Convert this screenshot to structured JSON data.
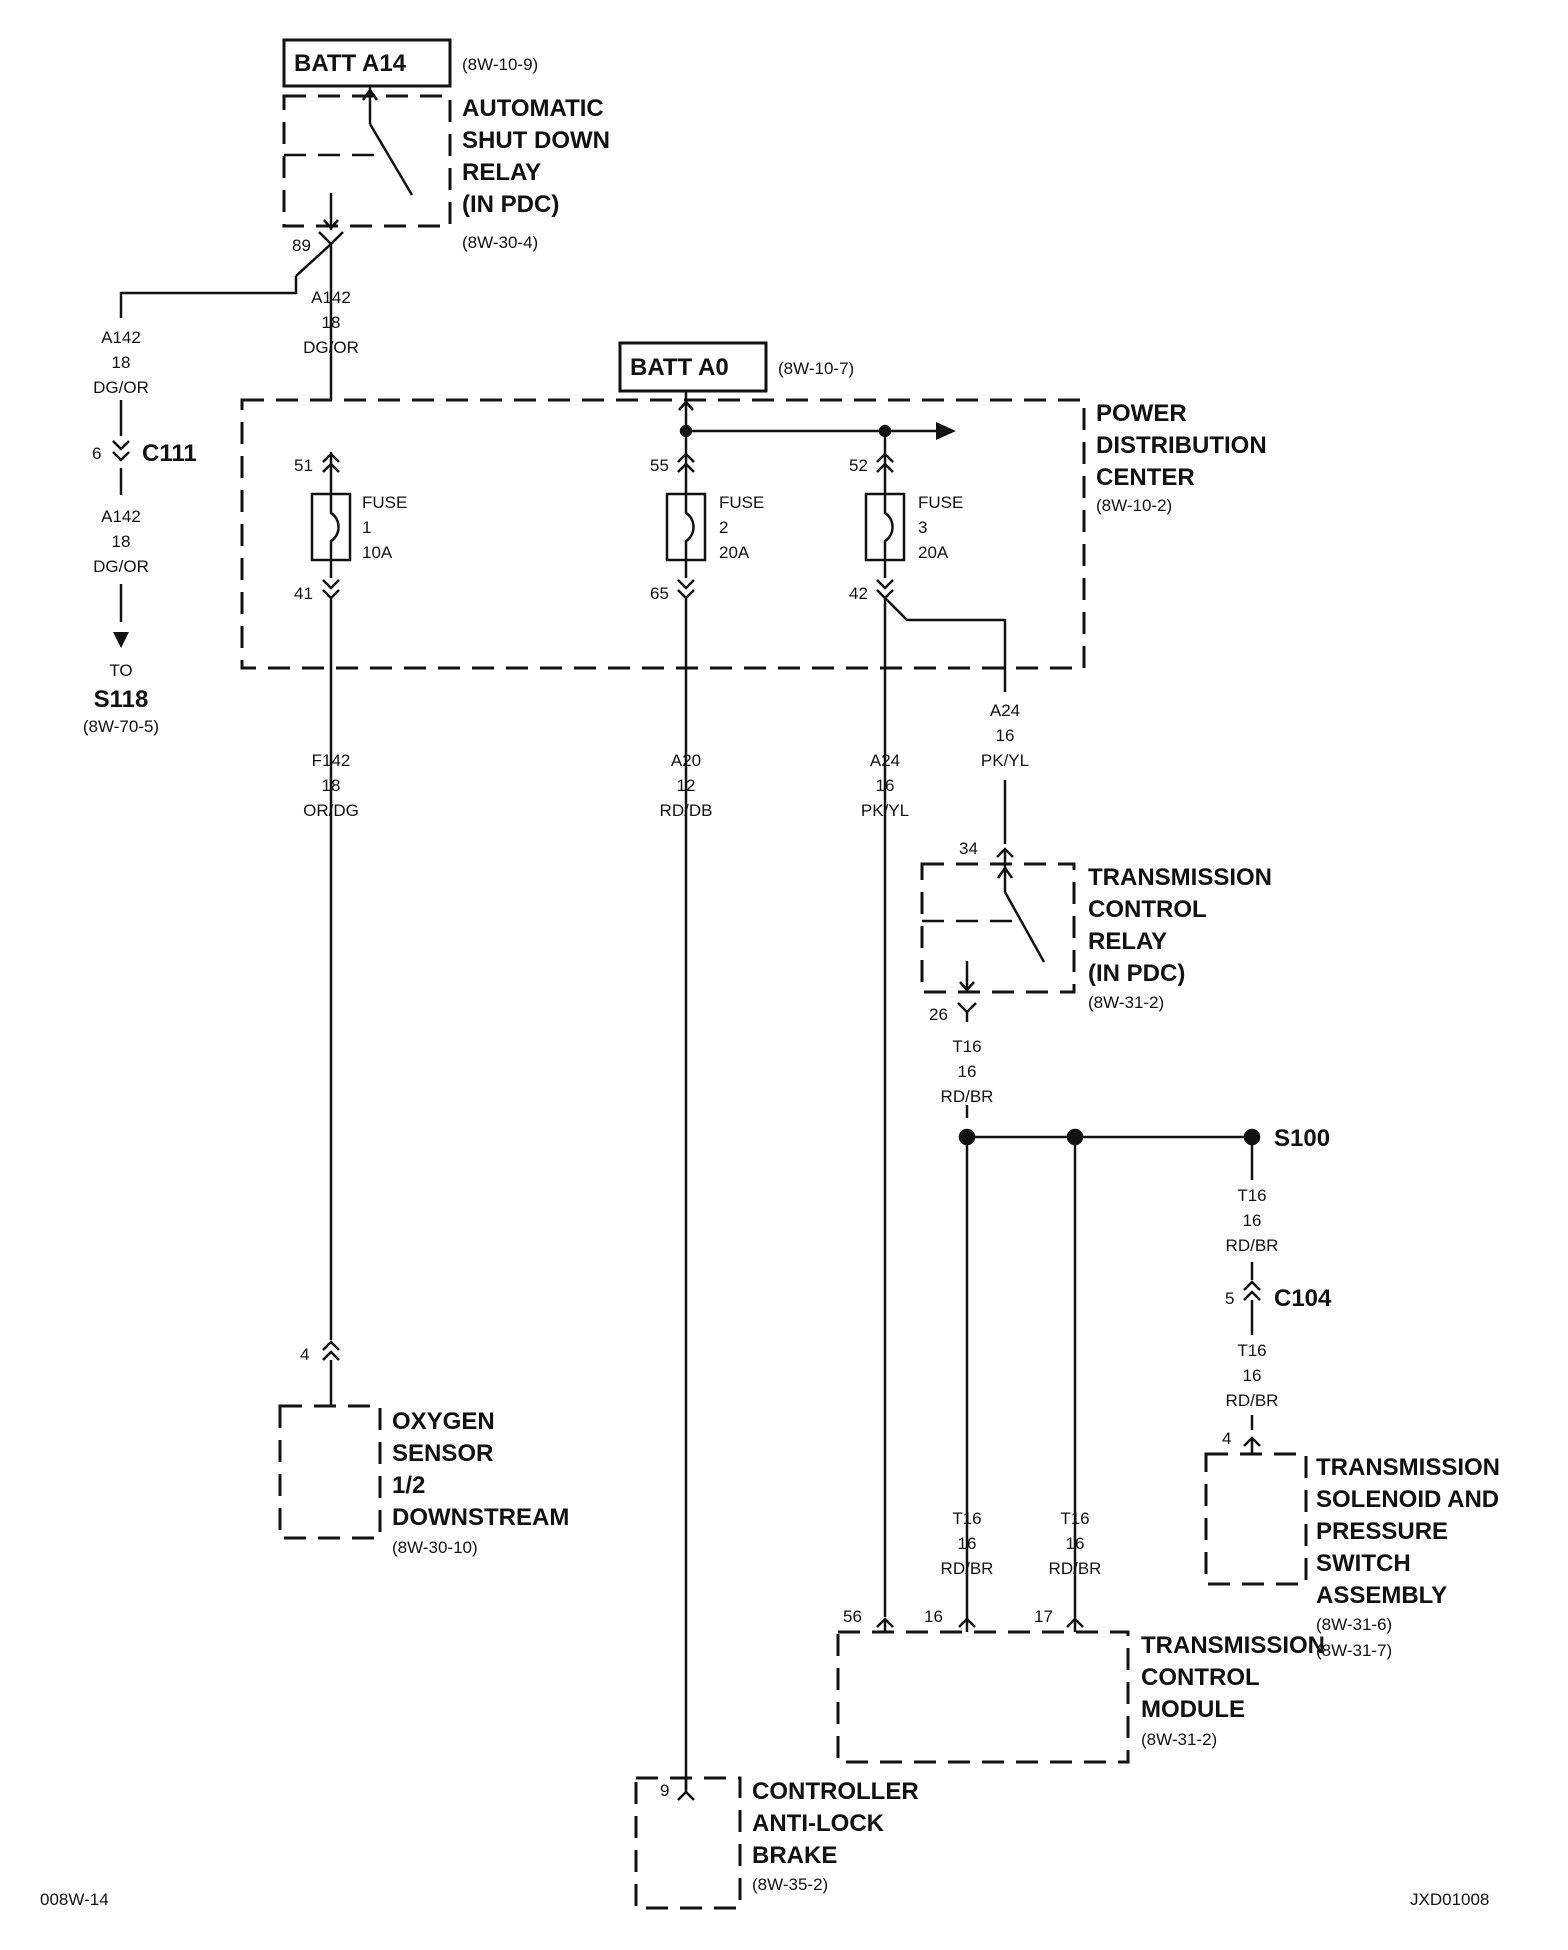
{
  "asd_relay": {
    "batt_label": "BATT A14",
    "batt_ref": "(8W-10-9)",
    "name": [
      "AUTOMATIC",
      "SHUT DOWN",
      "RELAY",
      "(IN PDC)"
    ],
    "ref": "(8W-30-4)",
    "pin": "89"
  },
  "left_branch": {
    "upper_wire": [
      "A142",
      "18",
      "DG/OR"
    ],
    "connector_pin": "6",
    "connector": "C111",
    "lower_wire": [
      "A142",
      "18",
      "DG/OR"
    ],
    "to_text": "TO",
    "to_splice": "S118",
    "to_ref": "(8W-70-5)"
  },
  "asd_output_wire": [
    "A142",
    "18",
    "DG/OR"
  ],
  "pdc": {
    "batt_label": "BATT A0",
    "batt_ref": "(8W-10-7)",
    "name": [
      "POWER",
      "DISTRIBUTION",
      "CENTER"
    ],
    "ref": "(8W-10-2)",
    "fuses": [
      {
        "top_pin": "51",
        "bottom_pin": "41",
        "label": [
          "FUSE",
          "1",
          "10A"
        ]
      },
      {
        "top_pin": "55",
        "bottom_pin": "65",
        "label": [
          "FUSE",
          "2",
          "20A"
        ]
      },
      {
        "top_pin": "52",
        "bottom_pin": "42",
        "label": [
          "FUSE",
          "3",
          "20A"
        ]
      }
    ]
  },
  "wires": {
    "f142": [
      "F142",
      "18",
      "OR/DG"
    ],
    "a20": [
      "A20",
      "12",
      "RD/DB"
    ],
    "a24_main": [
      "A24",
      "16",
      "PK/YL"
    ],
    "a24_relay": [
      "A24",
      "16",
      "PK/YL"
    ],
    "t16_relay_out": [
      "T16",
      "16",
      "RD/BR"
    ],
    "t16_s100_out": [
      "T16",
      "16",
      "RD/BR"
    ],
    "t16_c104_out": [
      "T16",
      "16",
      "RD/BR"
    ],
    "t16_tcm_a": [
      "T16",
      "16",
      "RD/BR"
    ],
    "t16_tcm_b": [
      "T16",
      "16",
      "RD/BR"
    ]
  },
  "tcr": {
    "name": [
      "TRANSMISSION",
      "CONTROL",
      "RELAY",
      "(IN PDC)"
    ],
    "ref": "(8W-31-2)",
    "in_pin": "34",
    "out_pin": "26"
  },
  "splice": {
    "name": "S100"
  },
  "c104": {
    "pin": "5",
    "name": "C104"
  },
  "o2_sensor": {
    "pin": "4",
    "name": [
      "OXYGEN",
      "SENSOR",
      "1/2",
      "DOWNSTREAM"
    ],
    "ref": "(8W-30-10)"
  },
  "solenoid": {
    "pin": "4",
    "name": [
      "TRANSMISSION",
      "SOLENOID AND",
      "PRESSURE",
      "SWITCH",
      "ASSEMBLY"
    ],
    "refs": [
      "(8W-31-6)",
      "(8W-31-7)"
    ]
  },
  "tcm": {
    "pins": [
      "56",
      "16",
      "17"
    ],
    "name": [
      "TRANSMISSION",
      "CONTROL",
      "MODULE"
    ],
    "ref": "(8W-31-2)"
  },
  "abs": {
    "pin": "9",
    "name": [
      "CONTROLLER",
      "ANTI-LOCK",
      "BRAKE"
    ],
    "ref": "(8W-35-2)"
  },
  "footer": {
    "left_code": "008W-14",
    "right_code": "JXD01008"
  }
}
